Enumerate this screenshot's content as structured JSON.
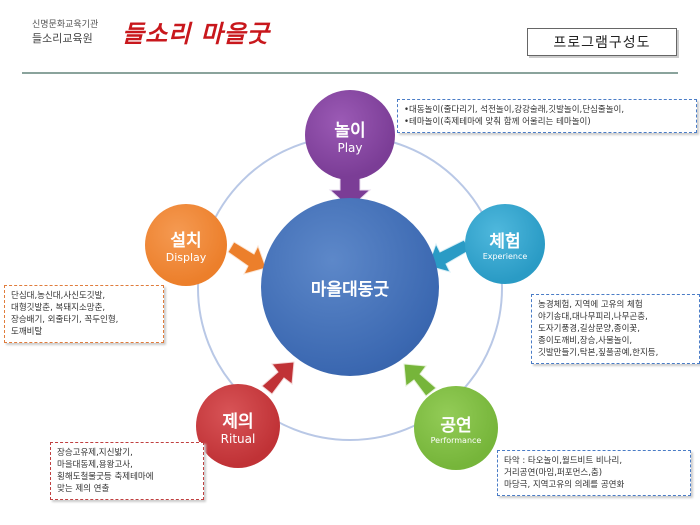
{
  "header": {
    "org_top": "신명문화교육기관",
    "org_name": "들소리교육원",
    "brand": "들소리 마을굿",
    "title": "프로그램구성도"
  },
  "center": {
    "label": "마을대동굿"
  },
  "nodes": {
    "play": {
      "ko": "놀이",
      "en": "Play",
      "color": "#7b3d96"
    },
    "experience": {
      "ko": "체험",
      "en": "Experience",
      "color": "#2a9bc5"
    },
    "performance": {
      "ko": "공연",
      "en": "Performance",
      "color": "#76b53a"
    },
    "ritual": {
      "ko": "제의",
      "en": "Ritual",
      "color": "#c03236"
    },
    "display": {
      "ko": "설치",
      "en": "Display",
      "color": "#ec7f2b"
    }
  },
  "boxes": {
    "play": [
      "•대동놀이(줄다리기, 석전놀이,강강술래,깃발놀이,단심줄놀이,",
      "•테마놀이(축제테마에 맞춰 함께 어울리는 테마놀이)"
    ],
    "experience": [
      "농경체험, 지역에 고유의 체험",
      "야기송대,대나무피리,나무곤충,",
      "도자기풍경,길상문양,종이꽃,",
      "종이도깨비,장승,사물놀이,",
      "깃발만들기,탁본,짚풀공예,한지등,"
    ],
    "performance": [
      "타악 : 타오놀이,월드비트 비나리,",
      "거리공연(마임,퍼포먼스,춤)",
      "마당극, 지역고유의 의례를 공연화"
    ],
    "ritual": [
      "장승고유제,지신밟기,",
      "마을대동제,용왕고사,",
      "횡해도철물굿등 축제테마에",
      "맞는 제의 연출"
    ],
    "display": [
      "단심대,농신대,사신도깃발,",
      "대형깃발춘, 복돼지소망춘,",
      "장승배기, 외줄타기, 꼭두인형,",
      "도깨비탈"
    ]
  }
}
